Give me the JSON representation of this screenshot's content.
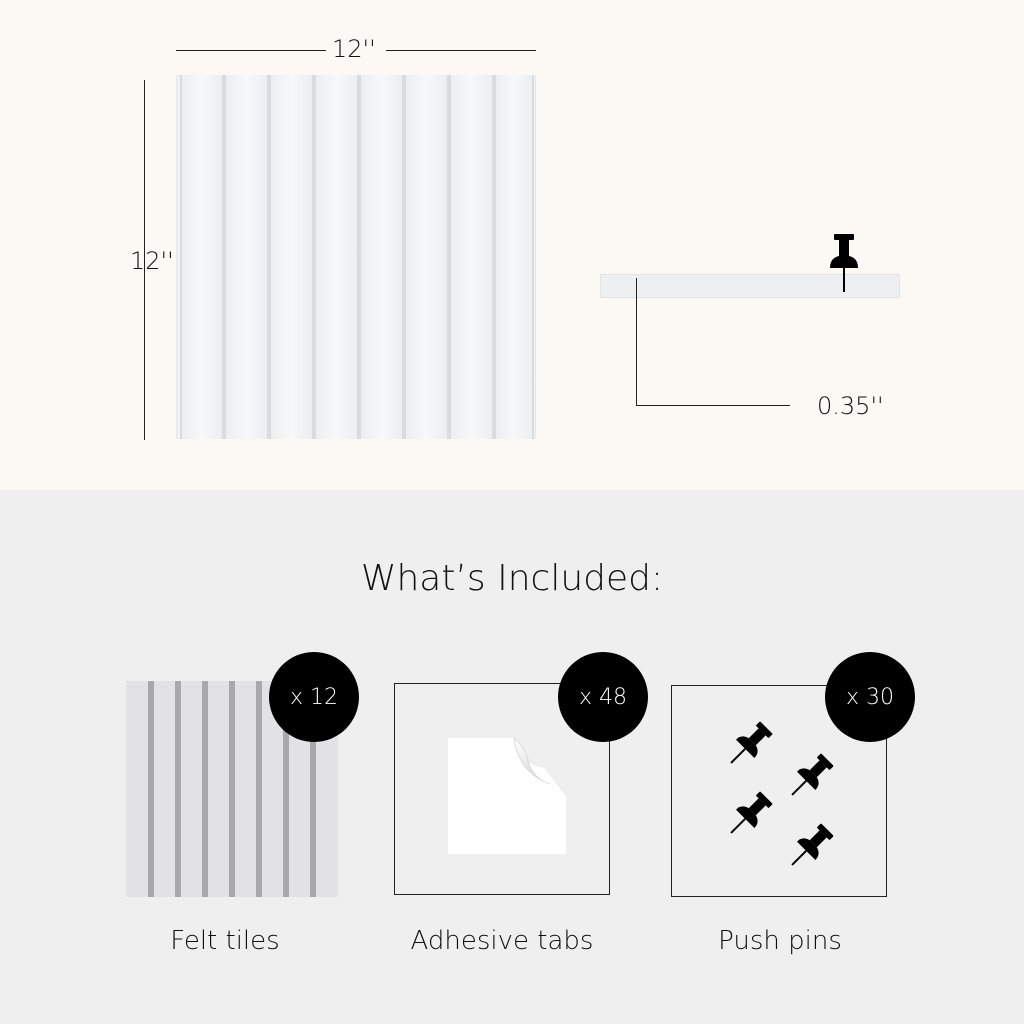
{
  "dimensions": {
    "width_label": "12''",
    "height_label": "12''",
    "thickness_label": "0.35''"
  },
  "included": {
    "heading": "What’s Included:",
    "items": [
      {
        "caption": "Felt tiles",
        "count": "x 12",
        "icon": "felt-tile-icon"
      },
      {
        "caption": "Adhesive tabs",
        "count": "x 48",
        "icon": "adhesive-tab-icon"
      },
      {
        "caption": "Push pins",
        "count": "x 30",
        "icon": "push-pin-icon"
      }
    ]
  },
  "colors": {
    "top_background": "#fcf9f4",
    "bottom_background": "#efefef",
    "badge": "#000000",
    "felt": "#f1f2f5"
  }
}
